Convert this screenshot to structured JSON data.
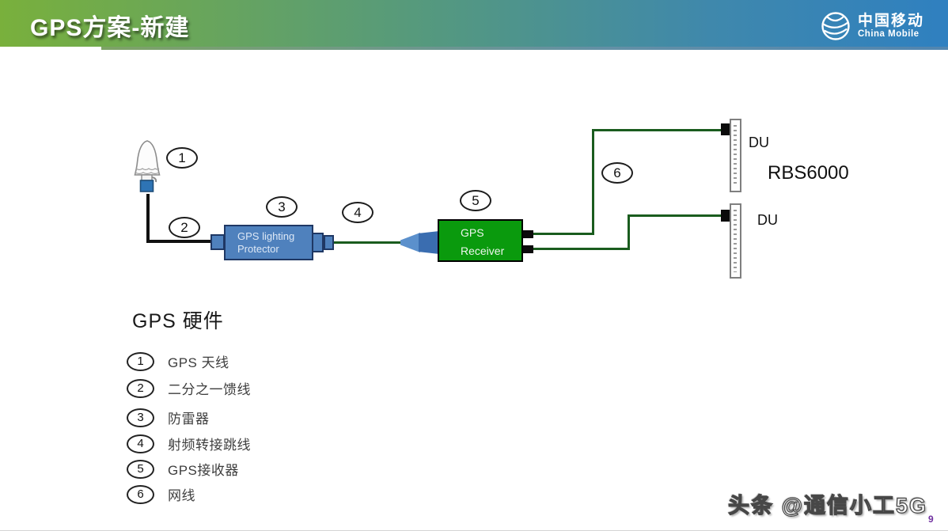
{
  "header": {
    "title": "GPS方案-新建",
    "logo": {
      "cn": "中国移动",
      "en": "China Mobile"
    }
  },
  "diagram": {
    "callouts": [
      "1",
      "2",
      "3",
      "4",
      "5",
      "6"
    ],
    "protector": {
      "line1": "GPS lighting",
      "line2": "Protector"
    },
    "receiver": {
      "line1": "GPS",
      "line2": "Receiver"
    },
    "du_top_label": "DU",
    "du_bottom_label": "DU",
    "rbs_label": "RBS6000"
  },
  "legend": {
    "title": "GPS 硬件",
    "items": [
      {
        "num": "1",
        "label": "GPS 天线"
      },
      {
        "num": "2",
        "label": "二分之一馈线"
      },
      {
        "num": "3",
        "label": "防雷器"
      },
      {
        "num": "4",
        "label": "射频转接跳线"
      },
      {
        "num": "5",
        "label": "GPS接收器"
      },
      {
        "num": "6",
        "label": "网线"
      }
    ]
  },
  "footer": {
    "watermark": "头条 @通信小工5G",
    "page_number": "9"
  },
  "colors": {
    "header_green": "#79b03c",
    "header_blue": "#2f80c0",
    "protector_blue": "#4f81bd",
    "receiver_green": "#0a9a0d",
    "cable_green": "#1a5c1e",
    "page_number_purple": "#7030a0"
  }
}
